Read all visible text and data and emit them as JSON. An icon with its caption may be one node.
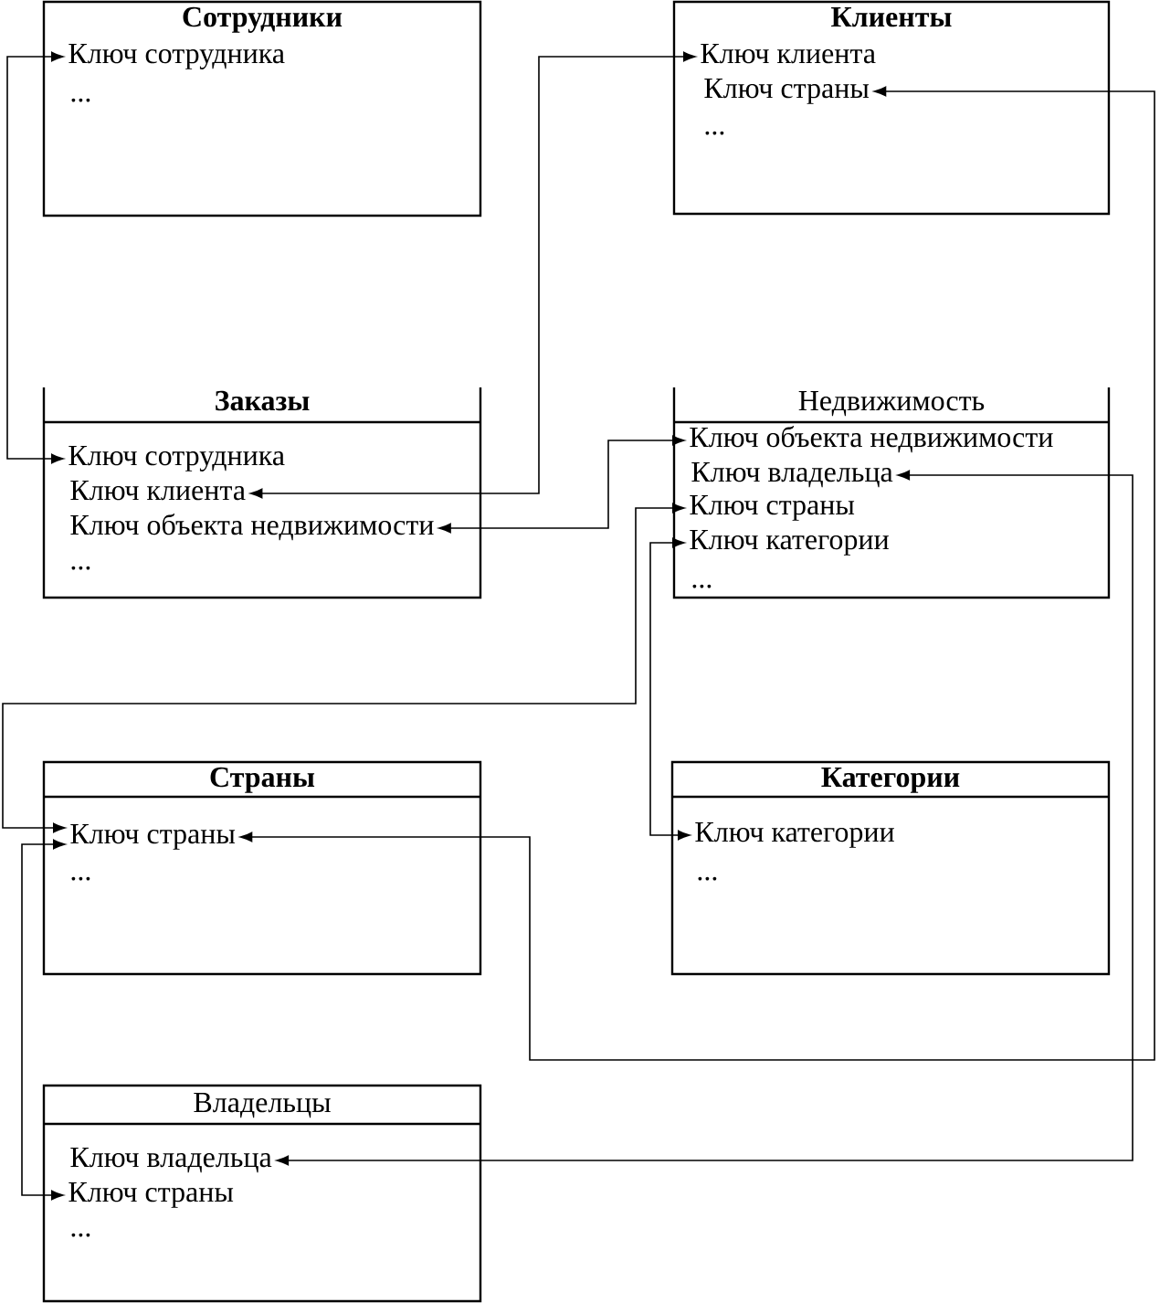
{
  "diagram": {
    "nodes": [
      {
        "text": [
          "Сотрудники",
          "..."
        ]
      },
      {
        "text": [
          "Ключ сотрудника"
        ],
        "in": 0
      },
      {
        "text": [
          "Клиенты",
          "..."
        ]
      },
      {
        "text": [
          "Ключ клиента"
        ],
        "in": 2
      },
      {
        "text": [
          "Ключ страны"
        ],
        "in": 2
      },
      {
        "text": [
          "Заказы",
          "..."
        ]
      },
      {
        "text": [
          "Ключ сотрудника"
        ],
        "in": 5
      },
      {
        "text": [
          "Ключ клиента"
        ],
        "in": 5
      },
      {
        "text": [
          "Ключ объекта недвижимости"
        ],
        "in": 5
      },
      {
        "text": [
          "Недвижимость",
          "..."
        ]
      },
      {
        "text": [
          "Ключ объекта недвижимости"
        ],
        "in": 9
      },
      {
        "text": [
          "Ключ владельца"
        ],
        "in": 9
      },
      {
        "text": [
          "Ключ страны"
        ],
        "in": 9
      },
      {
        "text": [
          "Ключ категории"
        ],
        "in": 9
      },
      {
        "text": [
          "Страны",
          "..."
        ]
      },
      {
        "text": [
          "Ключ страны"
        ],
        "in": 14
      },
      {
        "text": [
          "Категории",
          "..."
        ]
      },
      {
        "text": [
          "Ключ категории"
        ],
        "in": 16
      },
      {
        "text": [
          "Владельцы",
          "..."
        ]
      },
      {
        "text": [
          "Ключ владельца"
        ],
        "in": 18
      },
      {
        "text": [
          "Ключ страны"
        ],
        "in": 18
      }
    ],
    "edges": [
      {
        "from": 1,
        "to": 6,
        "arrow": "both"
      },
      {
        "from": 3,
        "to": 7,
        "arrow": "both"
      },
      {
        "from": 8,
        "to": 10,
        "arrow": "both"
      },
      {
        "from": 4,
        "to": 15,
        "arrow": "both"
      },
      {
        "from": 12,
        "to": 15,
        "arrow": "both"
      },
      {
        "from": 13,
        "to": 17,
        "arrow": "both"
      },
      {
        "from": 11,
        "to": 19,
        "arrow": "both"
      },
      {
        "from": 15,
        "to": 20,
        "arrow": "both"
      }
    ]
  }
}
